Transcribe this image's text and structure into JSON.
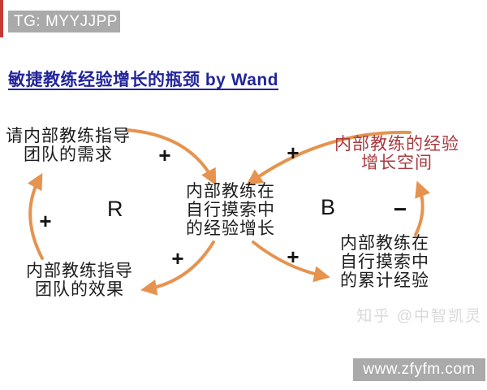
{
  "badge": {
    "text": "TG: MYYJJPP"
  },
  "title": {
    "text": "敏捷教练经验增长的瓶颈 by Wand"
  },
  "diagram": {
    "type": "causal-loop-diagram",
    "nodes": [
      {
        "id": "demand",
        "lines": [
          "请内部教练指导",
          "团队的需求"
        ]
      },
      {
        "id": "growth",
        "lines": [
          "内部教练在",
          "自行摸索中",
          "的经验增长"
        ]
      },
      {
        "id": "space",
        "lines": [
          "内部教练的经验",
          "增长空间"
        ],
        "color": "#a83a3e"
      },
      {
        "id": "accumulated",
        "lines": [
          "内部教练在",
          "自行摸索中",
          "的累计经验"
        ]
      },
      {
        "id": "effect",
        "lines": [
          "内部教练指导",
          "团队的效果"
        ]
      }
    ],
    "loops": [
      {
        "label": "R"
      },
      {
        "label": "B"
      }
    ],
    "signs": [
      "+",
      "+",
      "+",
      "−",
      "+",
      "+"
    ],
    "links": [
      {
        "from": "demand",
        "to": "growth",
        "polarity": "+"
      },
      {
        "from": "space",
        "to": "growth",
        "polarity": "+"
      },
      {
        "from": "growth",
        "to": "effect",
        "polarity": "+"
      },
      {
        "from": "growth",
        "to": "accumulated",
        "polarity": "+"
      },
      {
        "from": "effect",
        "to": "demand",
        "polarity": "+"
      },
      {
        "from": "accumulated",
        "to": "space",
        "polarity": "−"
      }
    ]
  },
  "watermark": {
    "text": "知乎 @中智凯灵"
  },
  "footer": {
    "text": "www.zfyfm.com"
  },
  "colors": {
    "arrow": "#e5934e",
    "title": "#22259b",
    "red_text": "#a83a3e",
    "badge_bg": "#aaaaaa",
    "watermark": "#d9d9d9",
    "stripe": "#c53a38"
  }
}
